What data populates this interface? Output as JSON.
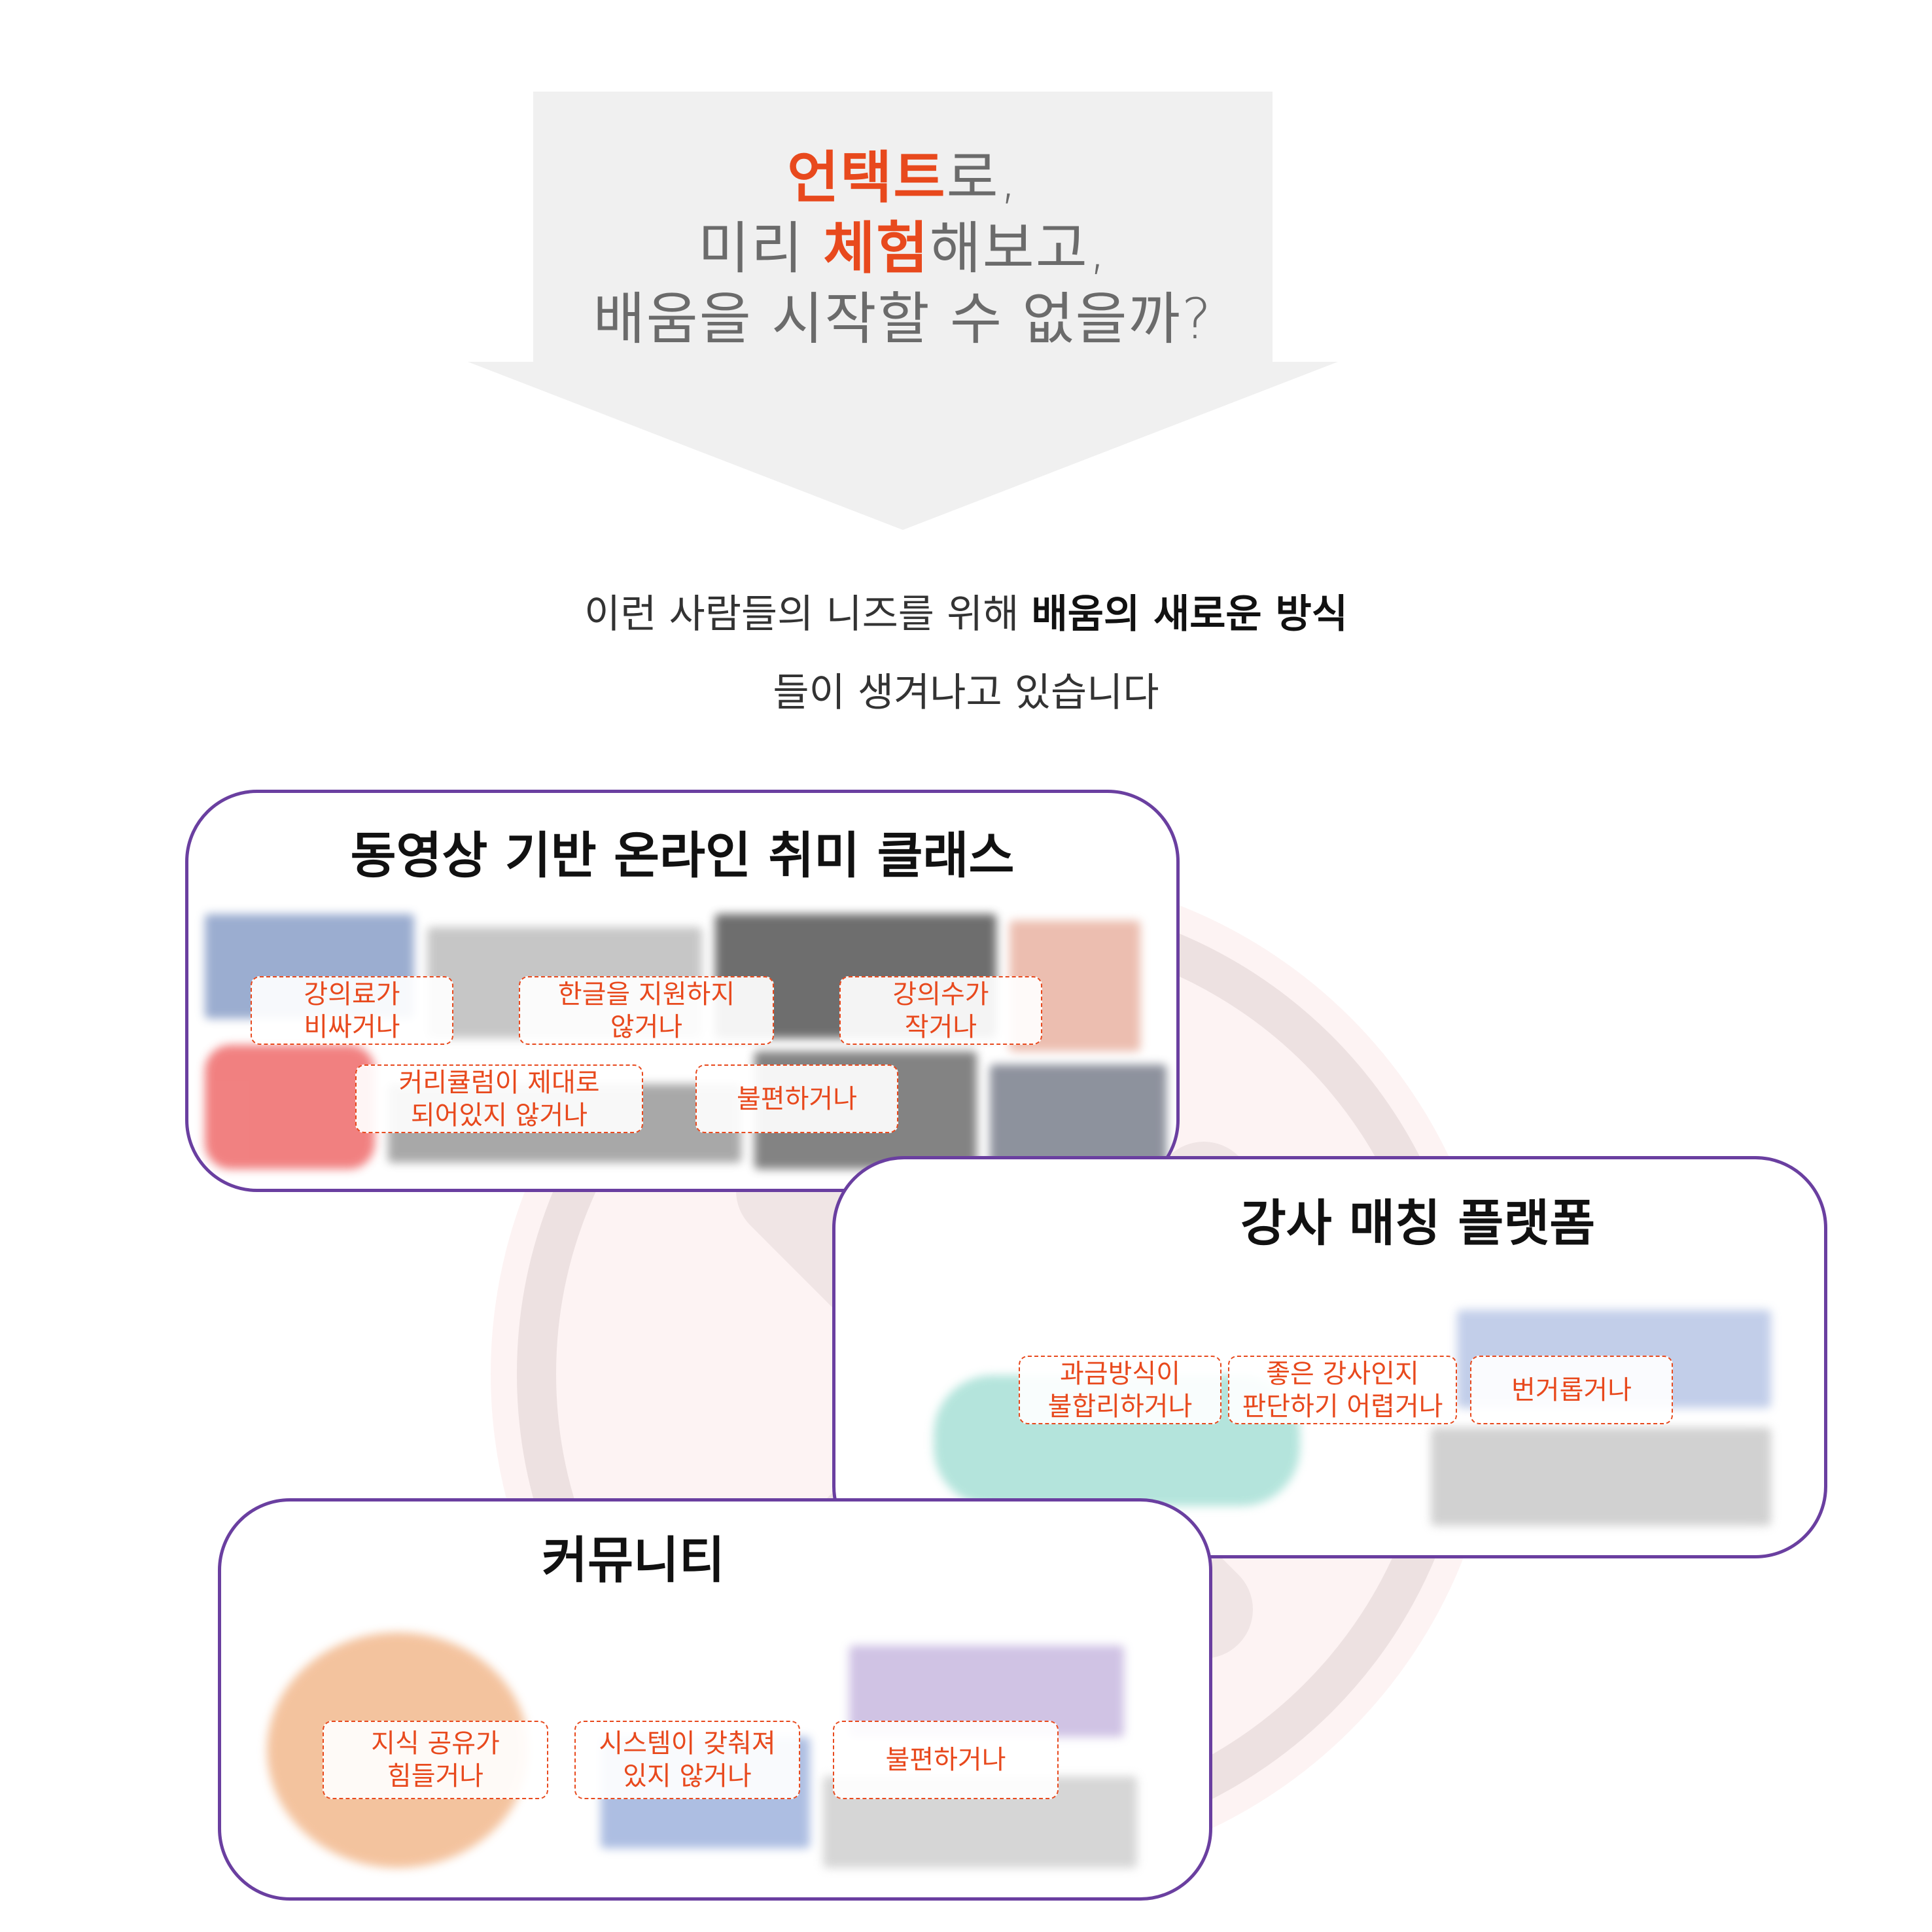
{
  "banner": {
    "line1_highlight": "언택트",
    "line1_rest": "로,",
    "line2_pre": "미리 ",
    "line2_highlight": "체험",
    "line2_rest": "해보고,",
    "line3": "배움을 시작할 수 없을까?"
  },
  "intro": {
    "line1_pre": "이런 사람들의 니즈를 위해 ",
    "line1_bold": "배움의 새로운 방식",
    "line2": "들이 생겨나고 있습니다"
  },
  "cards": {
    "video": {
      "title": "동영상 기반 온라인 취미 클래스",
      "tags": [
        "강의료가\n비싸거나",
        "한글을 지원하지\n않거나",
        "강의수가\n작거나",
        "커리큘럼이 제대로\n되어있지 않거나",
        "불편하거나"
      ]
    },
    "tutor": {
      "title": "강사 매칭 플랫폼",
      "tags": [
        "과금방식이\n불합리하거나",
        "좋은 강사인지\n판단하기 어렵거나",
        "번거롭거나"
      ]
    },
    "community": {
      "title": "커뮤니티",
      "tags": [
        "지식 공유가\n힘들거나",
        "시스템이 갖춰져\n있지 않거나",
        "불편하거나"
      ]
    }
  },
  "colors": {
    "accent": "#e8491d",
    "card_border": "#6a3fa0",
    "banner_bg": "#f0f0f0"
  }
}
